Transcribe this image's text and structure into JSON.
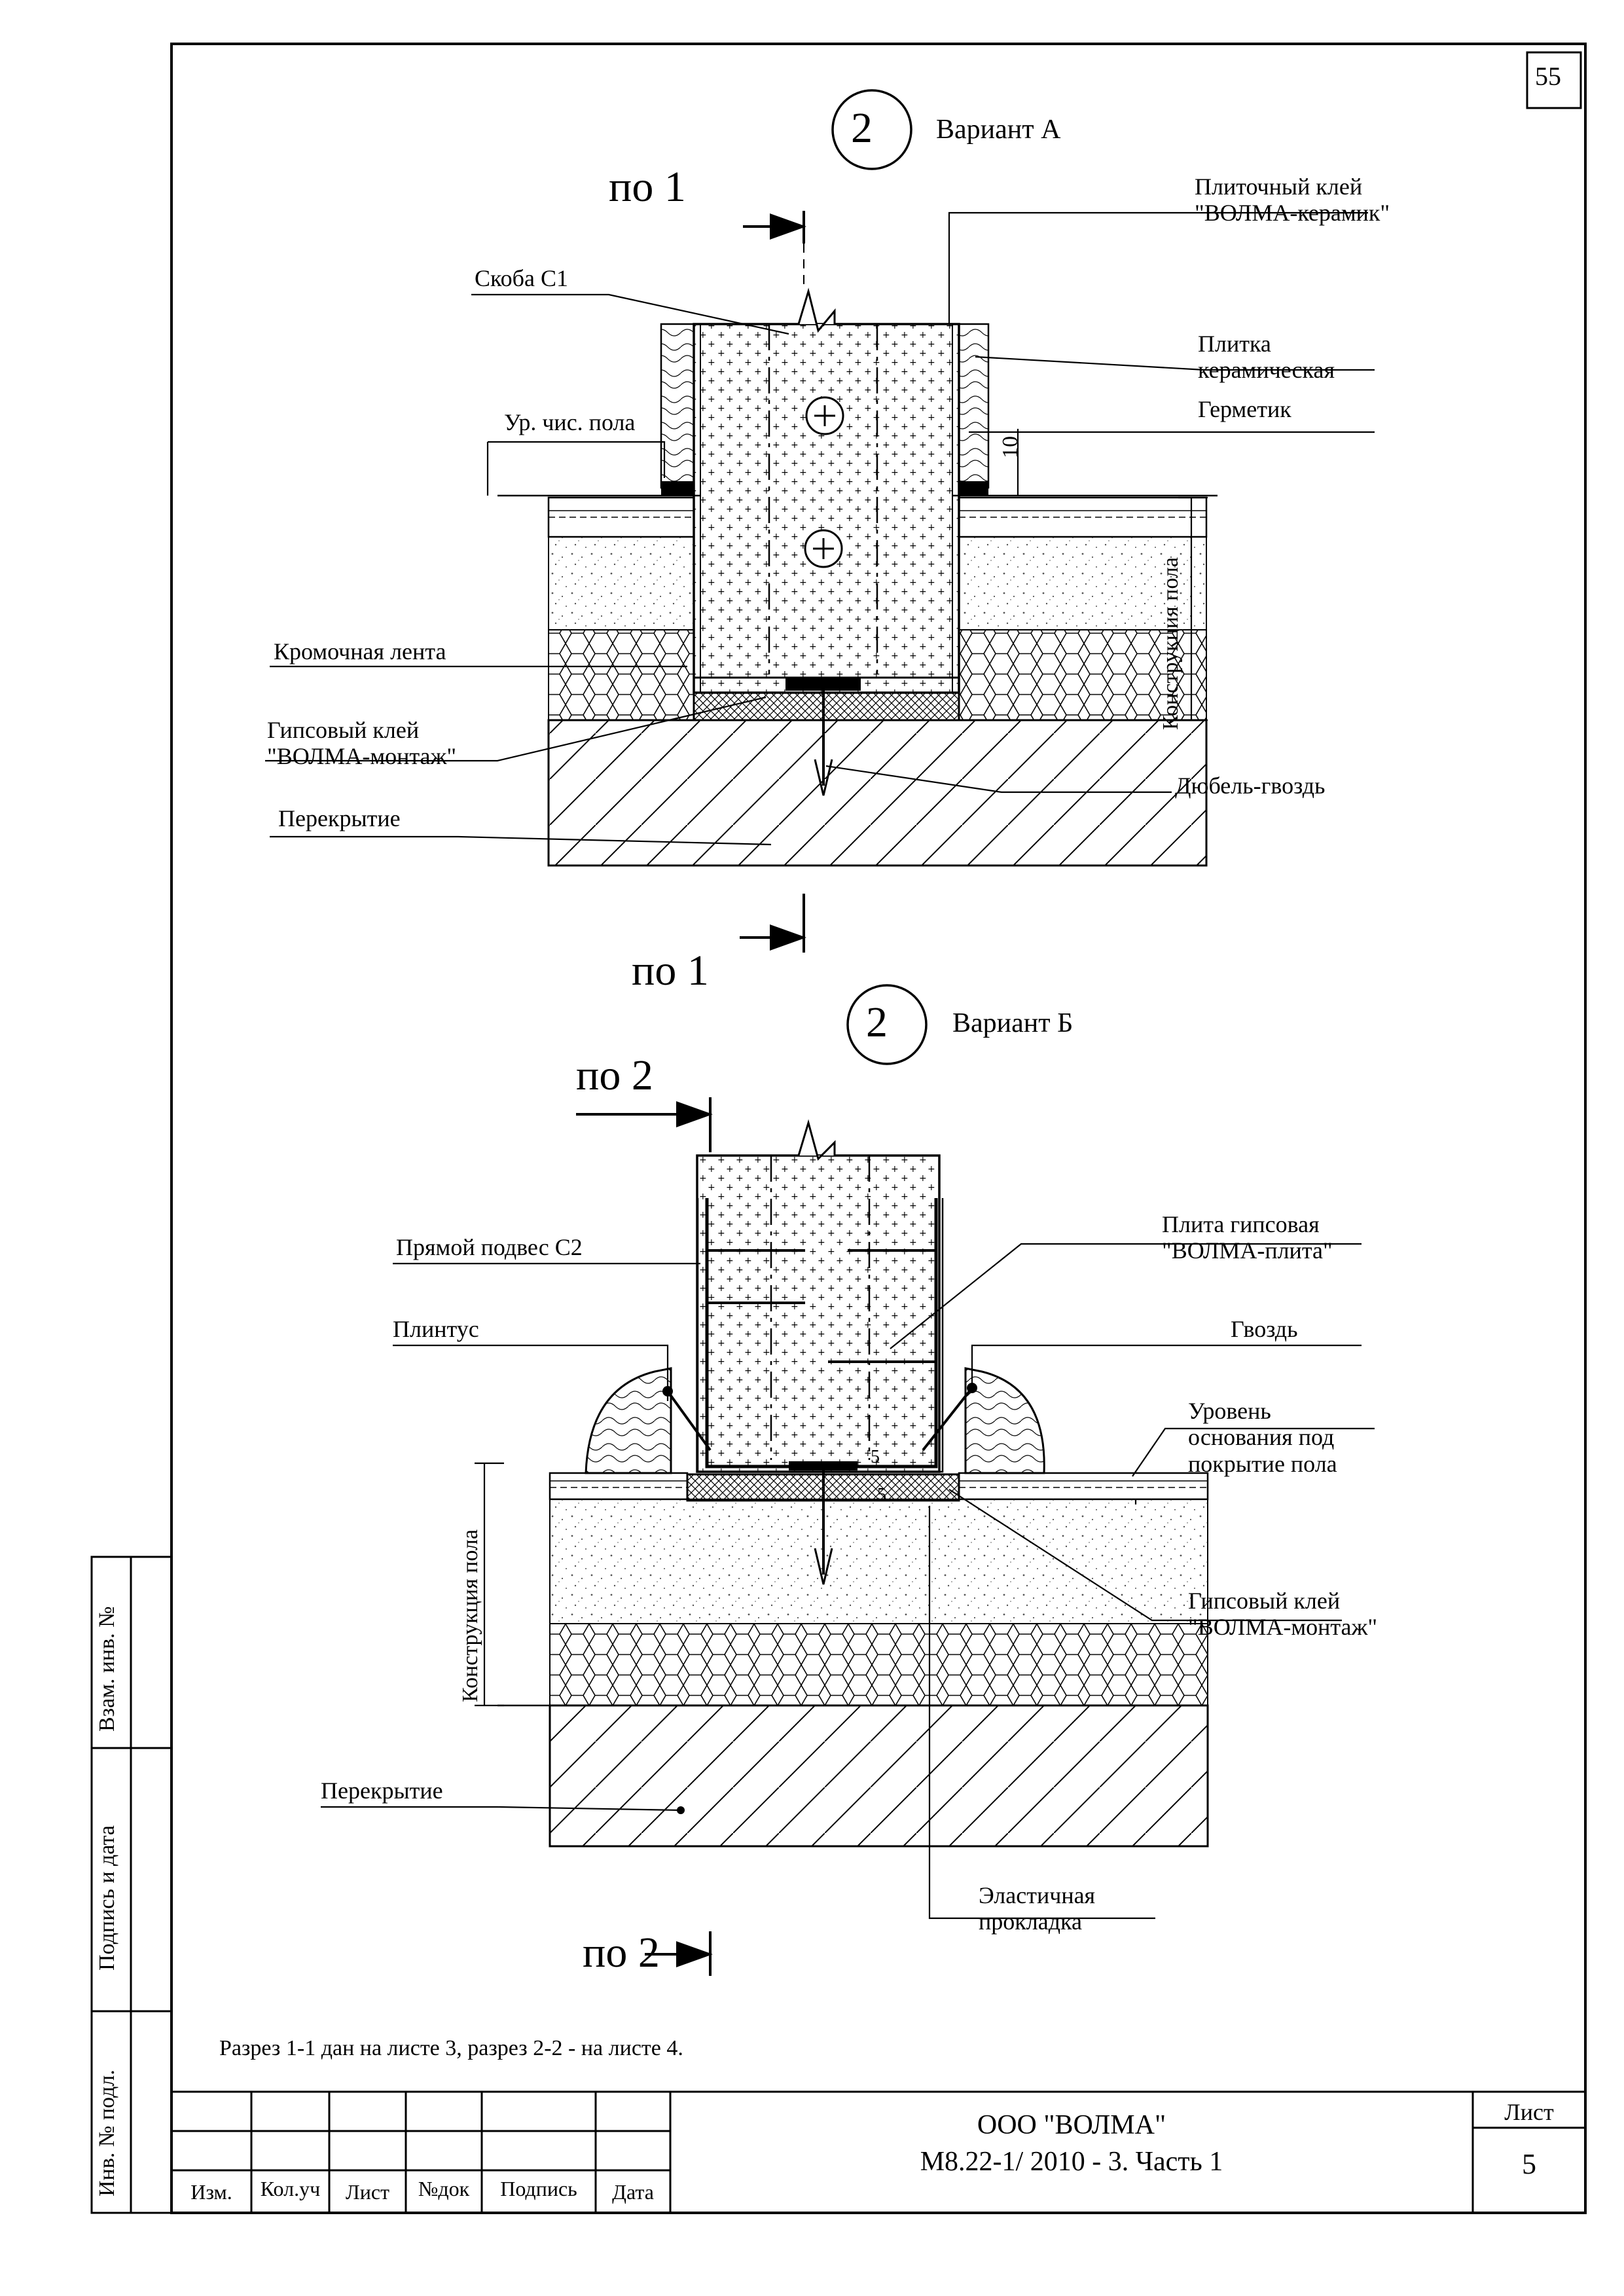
{
  "sheet_number_top": "55",
  "variant_a": {
    "marker": "2",
    "title": "Вариант А",
    "section_top": "по 1",
    "section_bottom": "по 1",
    "labels": {
      "tile_glue": "Плиточный клей\n\"ВОЛМА-керамик\"",
      "bracket": "Скоба С1",
      "tile": "Плитка\nкерамическая",
      "sealant": "Герметик",
      "floor_level": "Ур. чис. пола",
      "dim_10": "10",
      "floor_construction": "Конструкция пола",
      "edge_tape": "Кромочная лента",
      "gypsum_glue": "Гипсовый клей\n\"ВОЛМА-монтаж\"",
      "dowel": "Дюбель-гвоздь",
      "slab": "Перекрытие"
    }
  },
  "variant_b": {
    "marker": "2",
    "title": "Вариант Б",
    "section_top": "по  2",
    "section_bottom": "по  2",
    "labels": {
      "hanger": "Прямой подвес С2",
      "gypsum_board": "Плита гипсовая\n\"ВОЛМА-плита\"",
      "skirting": "Плинтус",
      "nail": "Гвоздь",
      "base_level": "Уровень\nоснования под\nпокрытие пола",
      "floor_construction": "Конструкция пола",
      "dim_5a": "5",
      "dim_5b": "5",
      "gypsum_glue": "Гипсовый клей\n\"ВОЛМА-монтаж\"",
      "slab": "Перекрытие",
      "elastic_pad": "Эластичная\nпрокладка"
    }
  },
  "note": "Разрез 1-1 дан на листе 3, разрез 2-2 - на листе 4.",
  "side_stamp": {
    "field_1": "Взам. инв. №",
    "field_2": "Подпись и дата",
    "field_3": "Инв. № подл."
  },
  "title_block": {
    "columns": [
      "Изм.",
      "Кол.уч",
      "Лист",
      "№док",
      "Подпись",
      "Дата"
    ],
    "organization": "ООО \"ВОЛМА\"",
    "document_code": "М8.22-1/ 2010 - 3. Часть 1",
    "sheet_label": "Лист",
    "sheet_number": "5"
  }
}
